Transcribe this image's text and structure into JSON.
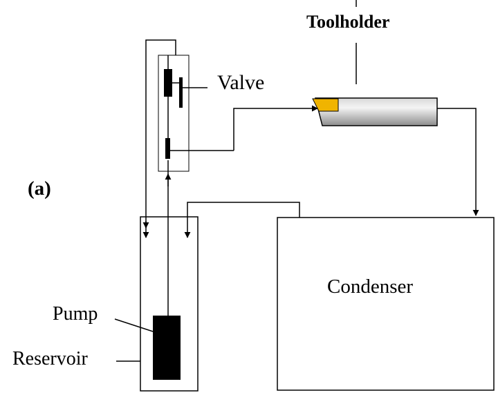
{
  "labels": {
    "toolholder": "Toolholder",
    "valve": "Valve",
    "figure_tag": "(a)",
    "condenser": "Condenser",
    "pump": "Pump",
    "reservoir": "Reservoir"
  },
  "colors": {
    "line": "#000000",
    "insert": "#f0b400",
    "body_light": "#e8e8e8",
    "body_dark": "#9a9a9a"
  }
}
